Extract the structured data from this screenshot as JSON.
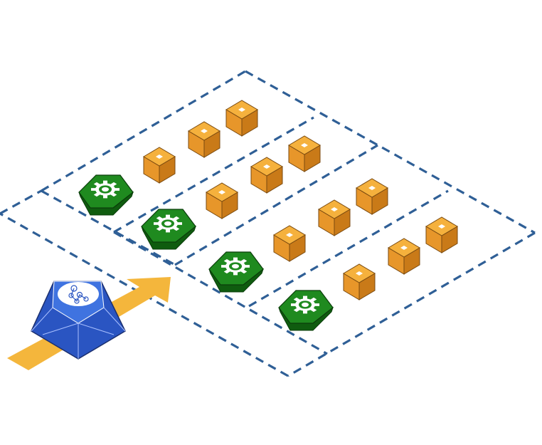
{
  "diagram": {
    "row_count": 4,
    "items_per_row": 4,
    "rows": [
      {
        "id": "row-1",
        "items": [
          "controller",
          "node",
          "node",
          "node"
        ]
      },
      {
        "id": "row-2",
        "items": [
          "controller",
          "node",
          "node",
          "node"
        ]
      },
      {
        "id": "row-3",
        "items": [
          "controller",
          "node",
          "node",
          "node"
        ]
      },
      {
        "id": "row-4",
        "items": [
          "controller",
          "node",
          "node",
          "node"
        ]
      }
    ],
    "icons": {
      "controller": "gear-icon",
      "node": "cube-icon",
      "source": "hub-icon",
      "flow": "arrow-icon"
    },
    "colors": {
      "dashed_border": "#2f5f96",
      "controller_top": "#1f8a1f",
      "controller_side": "#0f5c0f",
      "cube_top": "#f5b13d",
      "cube_left": "#e7962a",
      "cube_right": "#c97a18",
      "arrow": "#f4b63c",
      "hub_top": "#3f73e0",
      "hub_side": "#2a55c2",
      "hub_face": "#ffffff"
    }
  }
}
